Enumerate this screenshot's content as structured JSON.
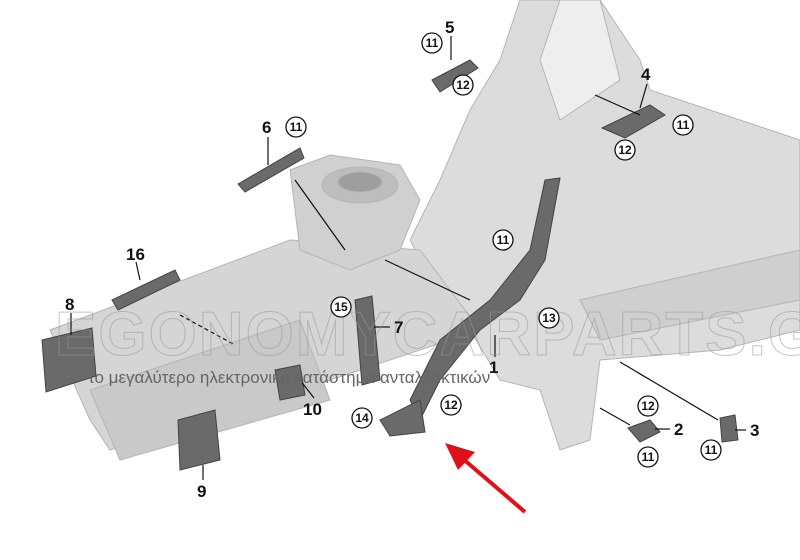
{
  "diagram": {
    "watermark": {
      "title": "EGONOMYCARPARTS.GR",
      "tagline": "το μεγαλύτερο ηλεκτρονικό κατάστημα ανταλλακτικών"
    },
    "part_labels": [
      "1",
      "2",
      "3",
      "4",
      "5",
      "6",
      "7",
      "8",
      "9",
      "10",
      "16"
    ],
    "circled_labels": {
      "c11a": "11",
      "c12a": "12",
      "c11b": "11",
      "c12b": "12",
      "c11c": "11",
      "c11d": "11",
      "c15": "15",
      "c13": "13",
      "c14": "14",
      "c12c": "12",
      "c12d": "12",
      "c11e": "11",
      "c11f": "11"
    },
    "colors": {
      "arrow": "#e0101a",
      "body": "#d9d9d9",
      "part": "#6a6a6a"
    }
  }
}
